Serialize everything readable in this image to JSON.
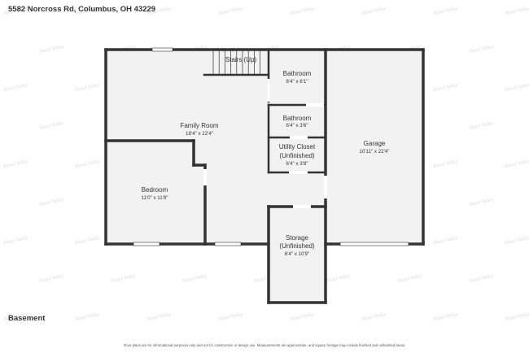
{
  "header": {
    "address": "5582 Norcross Rd, Columbus, OH 43229"
  },
  "footer": {
    "level": "Basement",
    "disclaimer": "Floor plans are for informational purposes only and not for construction or design use. Measurements are approximate, and square footage may include finished and unfinished areas."
  },
  "watermark": {
    "text": "Hazel Valley"
  },
  "rooms": {
    "stairs": {
      "name": "Stairs (Up)"
    },
    "bathroom_1": {
      "name": "Bathroom",
      "dims": "6'4\" x 6'1\""
    },
    "bathroom_2": {
      "name": "Bathroom",
      "dims": "6'4\" x 3'6\""
    },
    "family_room": {
      "name": "Family Room",
      "dims": "18'4\" x 22'4\""
    },
    "utility_closet": {
      "name": "Utility Closet",
      "name2": "(Unfinished)",
      "dims": "6'4\" x 3'8\""
    },
    "garage": {
      "name": "Garage",
      "dims": "10'11\" x 22'4\""
    },
    "bedroom": {
      "name": "Bedroom",
      "dims": "11'0\" x 11'8\""
    },
    "storage": {
      "name": "Storage",
      "name2": "(Unfinished)",
      "dims": "6'4\" x 10'9\""
    }
  },
  "colors": {
    "wall": "#333333",
    "floor": "#f2f2f2",
    "watermark": "#d8d8d8"
  }
}
